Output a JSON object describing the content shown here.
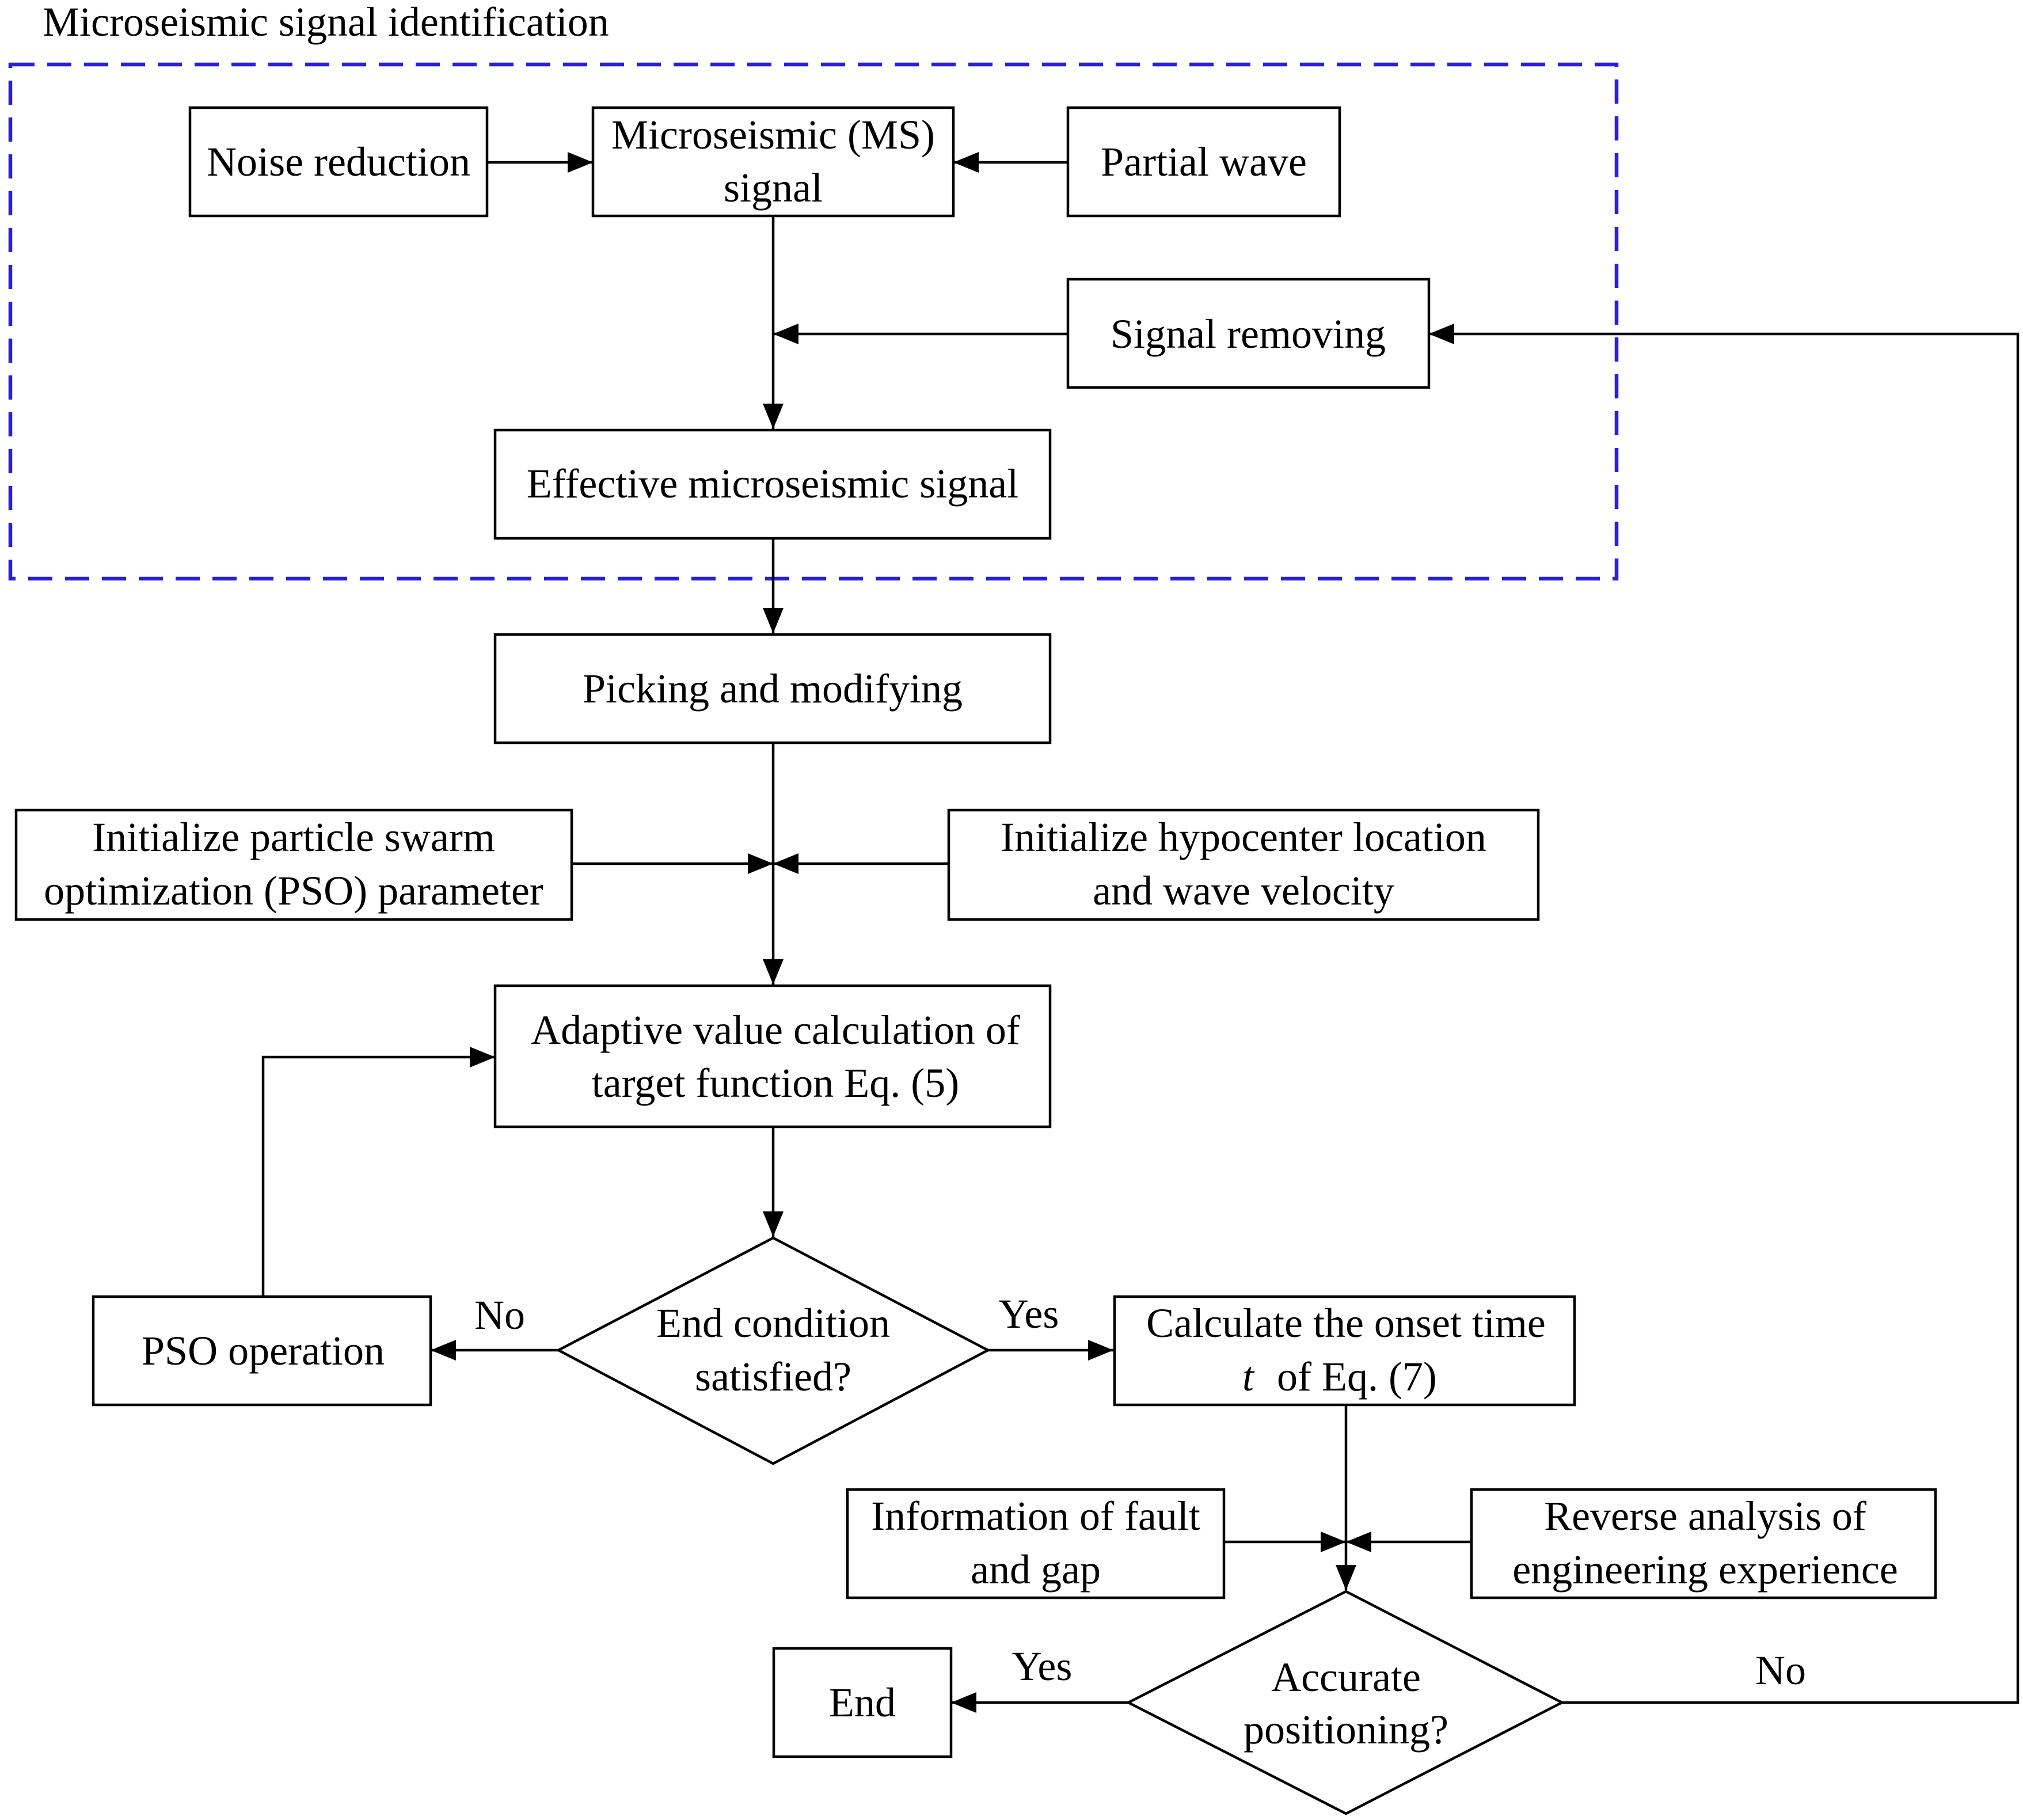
{
  "group": {
    "title": "Microseismic signal identification",
    "border_color": "#2a1fd6"
  },
  "nodes": {
    "noise_reduction": {
      "label": "Noise reduction"
    },
    "ms_signal": {
      "line1": "Microseismic (MS)",
      "line2": "signal"
    },
    "partial_wave": {
      "label": "Partial wave"
    },
    "signal_removing": {
      "label": "Signal removing"
    },
    "effective_signal": {
      "label": "Effective microseismic signal"
    },
    "picking": {
      "label": "Picking and modifying"
    },
    "init_pso": {
      "line1": "Initialize particle swarm",
      "line2": "optimization (PSO) parameter"
    },
    "init_hypo": {
      "line1": "Initialize hypocenter location",
      "line2": "and wave velocity"
    },
    "adaptive": {
      "line1": "Adaptive value calculation of",
      "line2": "target function Eq. (5)"
    },
    "end_condition": {
      "line1": "End condition",
      "line2": "satisfied?"
    },
    "pso_operation": {
      "label": "PSO operation"
    },
    "calc_onset": {
      "line1": "Calculate the onset time",
      "line2_var": "t",
      "line2_rest": "of Eq. (7)"
    },
    "fault_info": {
      "line1": "Information of fault",
      "line2": "and gap"
    },
    "reverse_analysis": {
      "line1": "Reverse analysis of",
      "line2": "engineering experience"
    },
    "accurate": {
      "line1": "Accurate",
      "line2": "positioning?"
    },
    "end": {
      "label": "End"
    }
  },
  "edge_labels": {
    "cond_no": "No",
    "cond_yes": "Yes",
    "acc_yes": "Yes",
    "acc_no": "No"
  }
}
